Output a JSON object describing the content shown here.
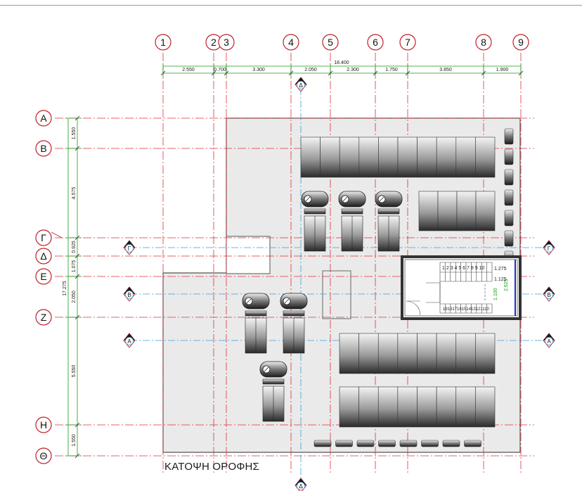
{
  "plan_title": "ΚΑΤΟΨΗ ΟΡΟΦΗΣ",
  "grid_columns": [
    "1",
    "2",
    "3",
    "4",
    "5",
    "6",
    "7",
    "8",
    "9"
  ],
  "grid_rows": [
    "Α",
    "Β",
    "Γ",
    "Δ",
    "Ε",
    "Ζ",
    "Η",
    "Θ"
  ],
  "total_width_dim": "18.400",
  "column_dims": [
    "2.550",
    "0.700",
    "3.300",
    "2.050",
    "2.300",
    "1.750",
    "3.850",
    "1.900"
  ],
  "total_height_dim": "17.275",
  "row_dims": [
    "1.550",
    "4.575",
    "0.925",
    "1.075",
    "2.050",
    "5.550",
    "1.550"
  ],
  "section_markers": {
    "delta": "Δ",
    "gamma": "Γ",
    "beta": "Β",
    "alpha": "Α"
  },
  "stair": {
    "upper_steps": [
      "1",
      "2",
      "3",
      "4",
      "5",
      "6",
      "7",
      "8",
      "9",
      "10"
    ],
    "lower_steps": "19181716151413121110",
    "dim_a": "1.275",
    "dim_b": "1.125",
    "dim_c": "2.625",
    "dim_d": "1.100"
  },
  "colors": {
    "grid_line": "#e0303a",
    "section_line": "#3aa0e0",
    "dimension": "#1a9a1a",
    "outline": "#444444",
    "bubble": "#c0202a"
  }
}
